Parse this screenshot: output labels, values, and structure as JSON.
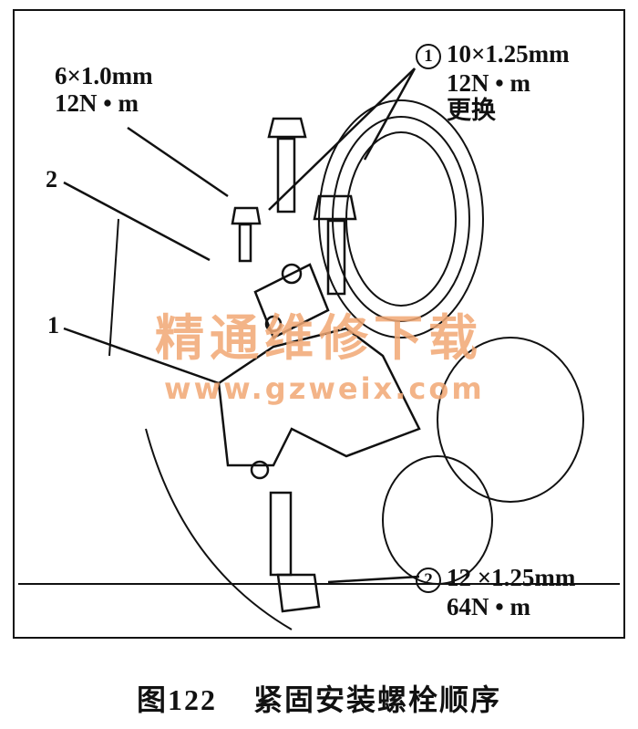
{
  "figure": {
    "caption_number": "图122",
    "caption_title": "紧固安装螺栓顺序"
  },
  "callouts": {
    "bolt_small": {
      "size": "6×1.0mm",
      "torque": "12N • m"
    },
    "bolt_1": {
      "marker": "1",
      "size": "10×1.25mm",
      "torque": "12N • m",
      "note": "更换"
    },
    "bolt_2": {
      "marker": "2",
      "size": "12 ×1.25mm",
      "torque": "64N • m"
    },
    "part_1": "1",
    "part_2": "2"
  },
  "watermark": {
    "text": "精通维修下载",
    "url": "www.gzweix.com"
  }
}
